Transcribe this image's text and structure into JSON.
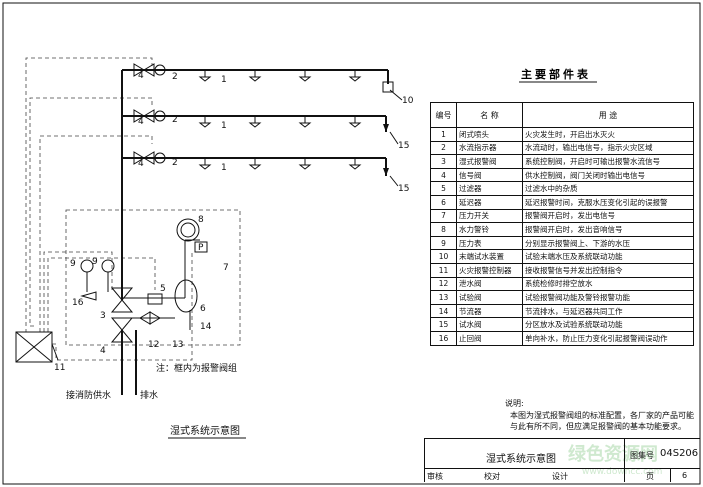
{
  "table": {
    "title": "主要部件表",
    "headers": [
      "编号",
      "名 称",
      "用 途"
    ],
    "rows": [
      [
        "1",
        "闭式喷头",
        "火灾发生时，开启出水灭火"
      ],
      [
        "2",
        "水流指示器",
        "水流动时，输出电信号，指示火灾区域"
      ],
      [
        "3",
        "湿式报警阀",
        "系统控制阀，开启时可输出报警水流信号"
      ],
      [
        "4",
        "信号阀",
        "供水控制阀，阀门关闭时输出电信号"
      ],
      [
        "5",
        "过滤器",
        "过滤水中的杂质"
      ],
      [
        "6",
        "延迟器",
        "延迟报警时间，克服水压变化引起的误报警"
      ],
      [
        "7",
        "压力开关",
        "报警阀开启时，发出电信号"
      ],
      [
        "8",
        "水力警铃",
        "报警阀开启时，发出音响信号"
      ],
      [
        "9",
        "压力表",
        "分别显示报警阀上、下游的水压"
      ],
      [
        "10",
        "末端试水装置",
        "试验末端水压及系统联动功能"
      ],
      [
        "11",
        "火灾报警控制器",
        "接收报警信号并发出控制指令"
      ],
      [
        "12",
        "泄水阀",
        "系统检修时排空放水"
      ],
      [
        "13",
        "试验阀",
        "试验报警阀功能及警铃报警功能"
      ],
      [
        "14",
        "节流器",
        "节流排水，与延迟器共同工作"
      ],
      [
        "15",
        "试水阀",
        "分区放水及试验系统联动功能"
      ],
      [
        "16",
        "止回阀",
        "单向补水，防止压力变化引起报警阀误动作"
      ]
    ]
  },
  "diagram": {
    "caption_left": "湿式系统示意图",
    "box_note": "注：框内为报警阀组",
    "supply_label": "接消防供水",
    "drain_label": "排水",
    "callouts": {
      "n1a": "1",
      "n1b": "1",
      "n1c": "1",
      "n2a": "2",
      "n2b": "2",
      "n2c": "2",
      "n3": "3",
      "n4a": "4",
      "n4b": "4",
      "n4c": "4",
      "n4d": "4",
      "n5": "5",
      "n6": "6",
      "n7": "7",
      "n8": "8",
      "n9a": "9",
      "n9b": "9",
      "n10": "10",
      "n11": "11",
      "n12": "12",
      "n13": "13",
      "n14": "14",
      "n15a": "15",
      "n15b": "15",
      "n16": "16"
    },
    "pressure_switch_letter": "P"
  },
  "notes": {
    "heading": "说明:",
    "line1": "本图为湿式报警阀组的标准配置，各厂家的产品可能",
    "line2": "与此有所不同，但应满足报警阀的基本功能要求。"
  },
  "title_block": {
    "drawing_title": "湿式系统示意图",
    "atlas_label": "图集号",
    "atlas_no": "04S206",
    "review": "审核",
    "check": "校对",
    "design": "设计",
    "page_label": "页",
    "page_no": "6"
  },
  "watermark": {
    "cn": "绿色资源网",
    "url": "www.downcc.com"
  }
}
